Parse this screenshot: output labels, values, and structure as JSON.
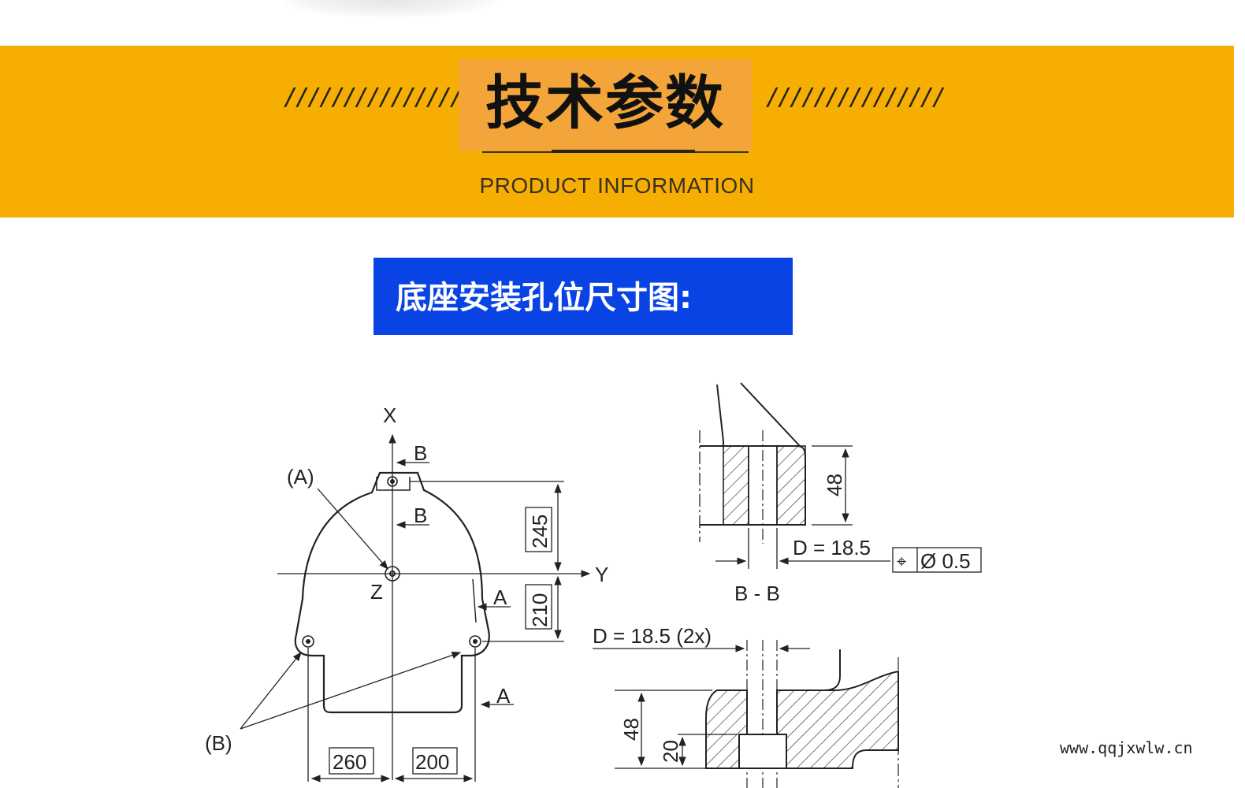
{
  "banner": {
    "title": "技术参数",
    "slashes_left": "///////////////",
    "slashes_right": "///////////////",
    "subtitle": "PRODUCT INFORMATION",
    "bg_color": "#f6ae02"
  },
  "section": {
    "heading": "底座安装孔位尺寸图:",
    "bg_color": "#0a43e3"
  },
  "drawing": {
    "axis_x": "X",
    "axis_y": "Y",
    "axis_z": "Z",
    "callout_a": "(A)",
    "callout_b": "(B)",
    "section_b_top": "B",
    "section_b_mid": "B",
    "section_a_mid": "A",
    "section_a_low": "A",
    "dim_245": "245",
    "dim_210": "210",
    "dim_260": "260",
    "dim_200": "200",
    "bb_dim_48": "48",
    "bb_diameter": "D = 18.5",
    "bb_tolerance": "Ø 0.5",
    "bb_tolerance_symbol": "⌖",
    "bb_label": "B - B",
    "aa_diameter": "D = 18.5 (2x)",
    "aa_dim_48": "48",
    "aa_dim_20": "20"
  },
  "watermark": "www.qqjxwlw.cn"
}
